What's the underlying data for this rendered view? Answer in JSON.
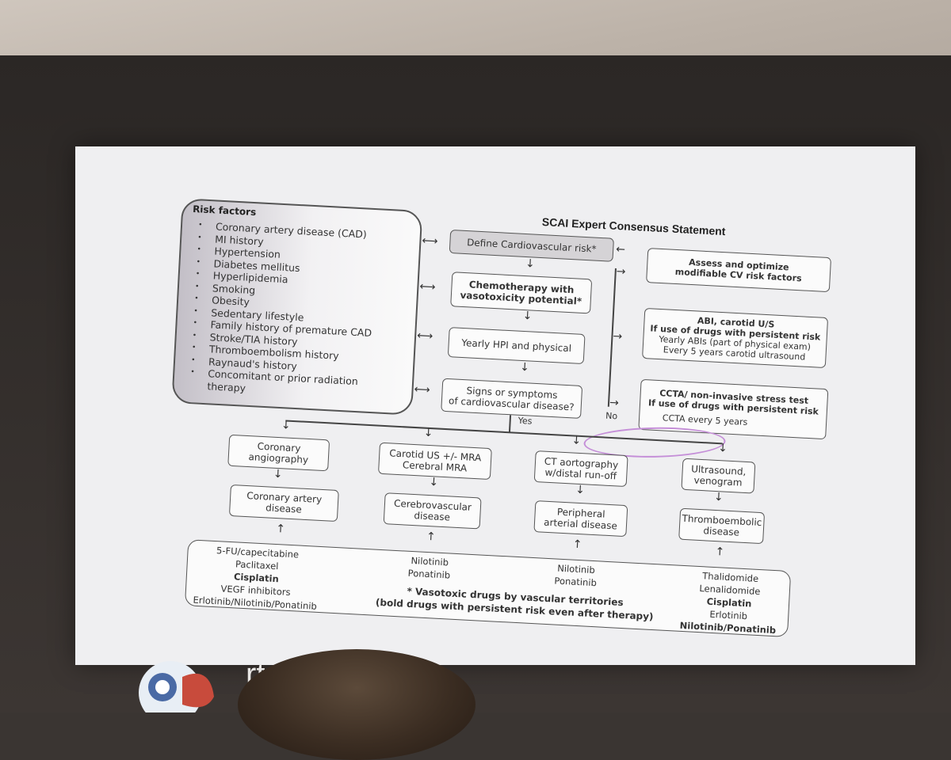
{
  "slide_title": "SCAI Expert Consensus Statement",
  "risk_factors": {
    "title": "Risk factors",
    "items": [
      "Coronary artery disease (CAD)",
      "MI history",
      "Hypertension",
      "Diabetes mellitus",
      "Hyperlipidemia",
      "Smoking",
      "Obesity",
      "Sedentary lifestyle",
      "Family history of premature CAD",
      "Stroke/TIA history",
      "Thromboembolism history",
      "Raynaud's history",
      "Concomitant or prior radiation therapy"
    ]
  },
  "flow": {
    "define_risk": "Define Cardiovascular risk*",
    "chemo_line1": "Chemotherapy with",
    "chemo_line2": "vasotoxicity potential*",
    "yearly": "Yearly HPI and physical",
    "signs_line1": "Signs or symptoms",
    "signs_line2": "of cardiovascular disease?",
    "yes": "Yes",
    "no": "No"
  },
  "right_boxes": {
    "assess_line1": "Assess and optimize",
    "assess_line2": "modifiable CV risk factors",
    "abi_title": "ABI, carotid U/S",
    "abi_sub": "If use of drugs with persistent risk",
    "abi_item1": "Yearly ABIs (part of physical exam)",
    "abi_item2": "Every 5 years carotid ultrasound",
    "ccta_title": "CCTA/ non-invasive stress test",
    "ccta_sub": "If use of drugs with persistent risk",
    "ccta_item1": "CCTA every 5 years"
  },
  "tests": [
    {
      "line1": "Coronary",
      "line2": "angiography",
      "result1": "Coronary artery",
      "result2": "disease"
    },
    {
      "line1": "Carotid US +/- MRA",
      "line2": "Cerebral MRA",
      "result1": "Cerebrovascular",
      "result2": "disease"
    },
    {
      "line1": "CT aortography",
      "line2": "w/distal run-off",
      "result1": "Peripheral",
      "result2": "arterial disease"
    },
    {
      "line1": "Ultrasound,",
      "line2": "venogram",
      "result1": "Thromboembolic",
      "result2": "disease"
    }
  ],
  "drugs": {
    "col1": [
      "5-FU/capecitabine",
      "Paclitaxel",
      "Cisplatin",
      "VEGF inhibitors",
      "Erlotinib/Nilotinib/Ponatinib"
    ],
    "col2": [
      "Nilotinib",
      "Ponatinib"
    ],
    "col3": [
      "Nilotinib",
      "Ponatinib"
    ],
    "col4": [
      "Thalidomide",
      "Lenalidomide",
      "Cisplatin",
      "Erlotinib",
      "Nilotinib/Ponatinib"
    ],
    "note1": "* Vasotoxic drugs by vascular territories",
    "note2": "(bold drugs with persistent risk even after therapy)"
  },
  "footer_text": "rt Centre"
}
